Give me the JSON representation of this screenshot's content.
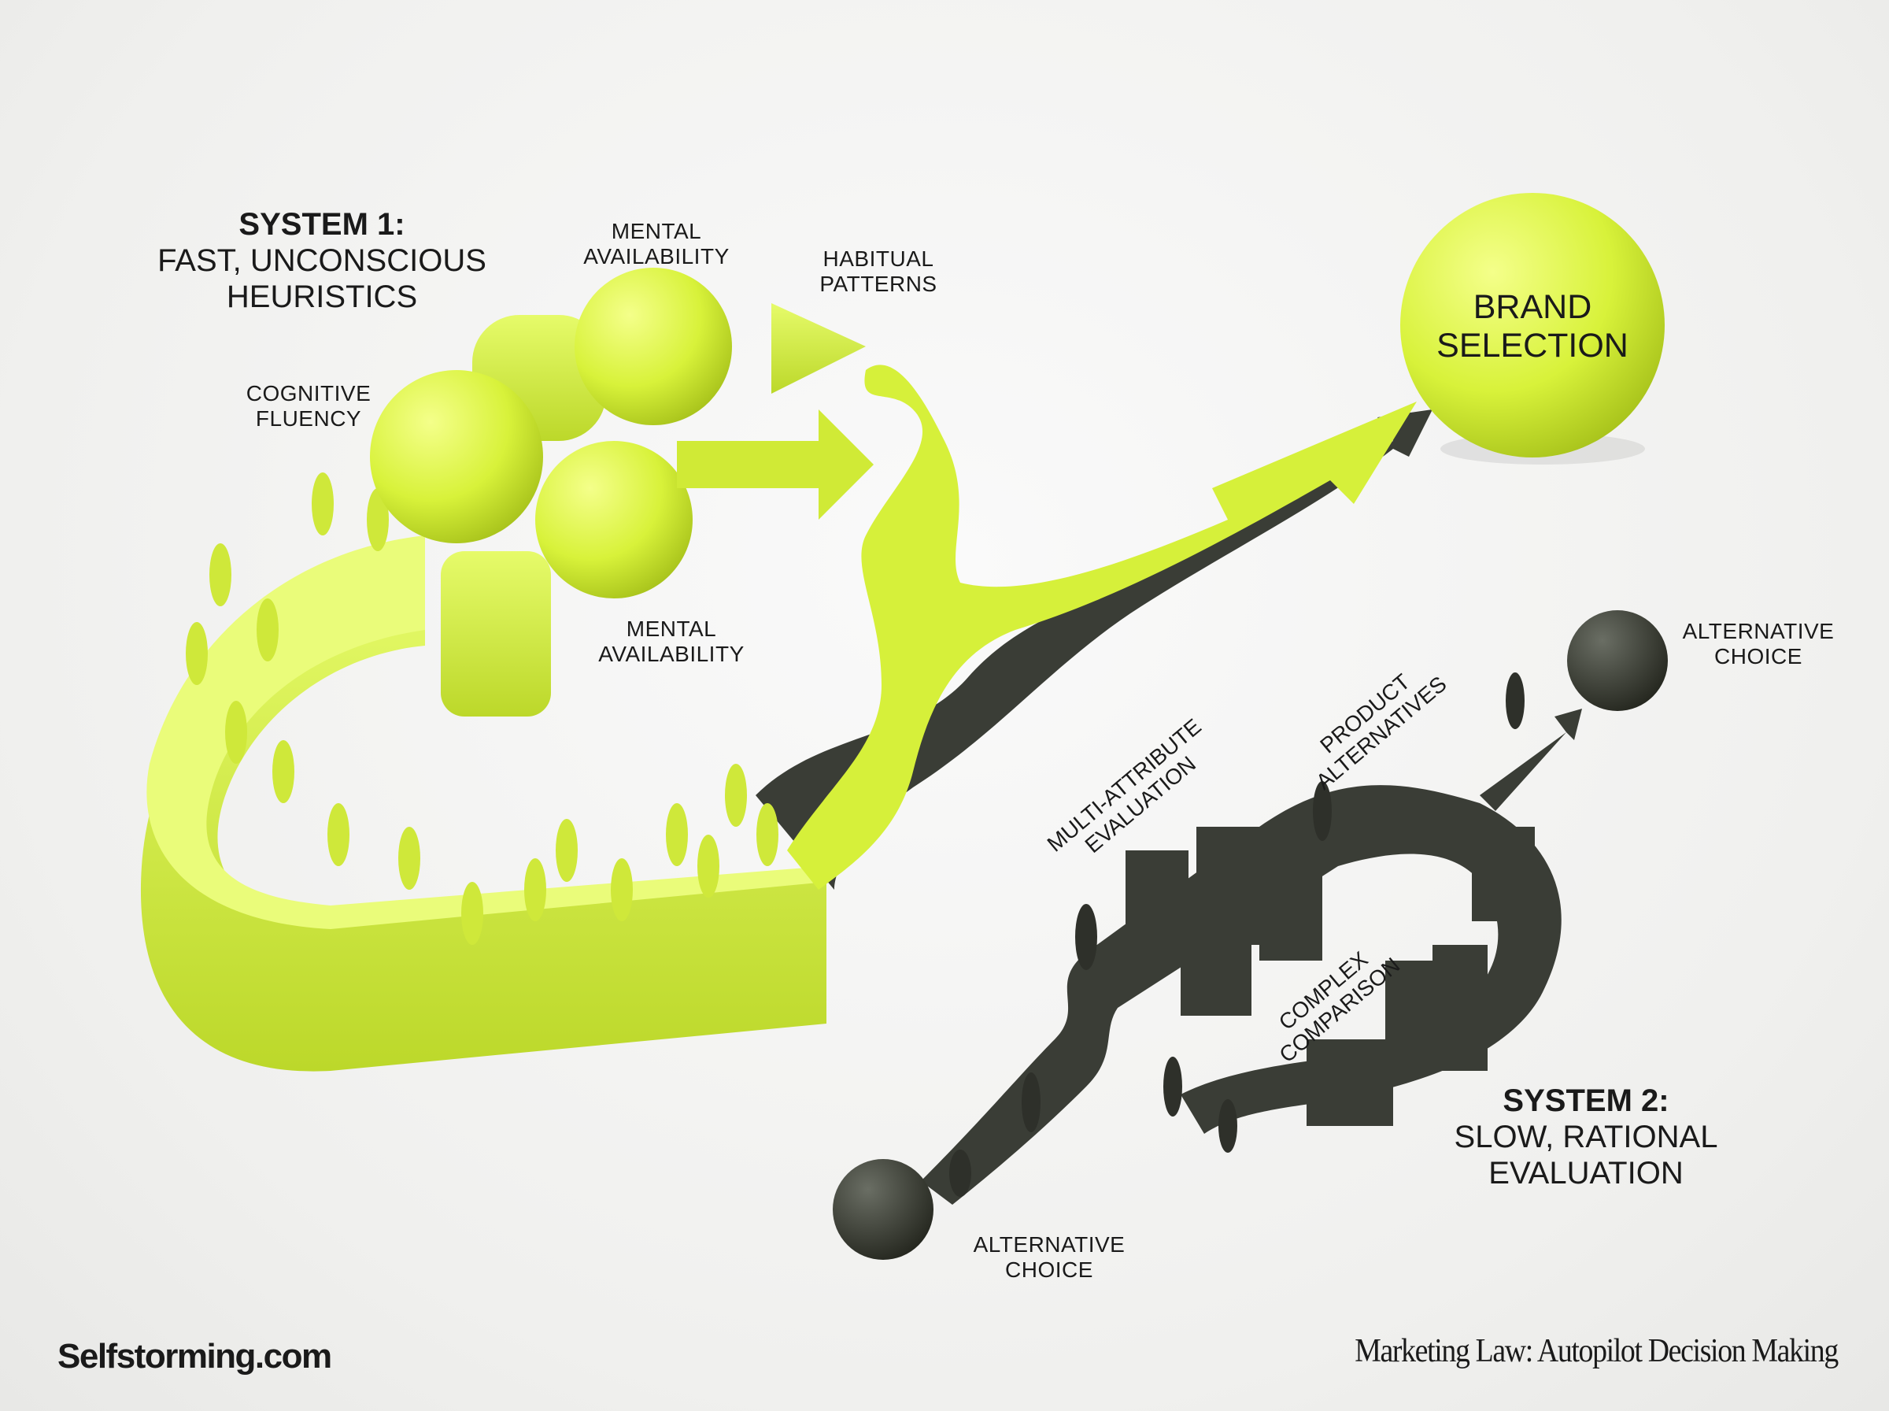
{
  "system1": {
    "heading": "SYSTEM 1:",
    "line1": "FAST, UNCONSCIOUS",
    "line2": "HEURISTICS"
  },
  "labels": {
    "mental_availability_top": [
      "MENTAL",
      "AVAILABILITY"
    ],
    "habitual_patterns": [
      "HABITUAL",
      "PATTERNS"
    ],
    "cognitive_fluency": [
      "COGNITIVE",
      "FLUENCY"
    ],
    "mental_availability_bottom": [
      "MENTAL",
      "AVAILABILITY"
    ],
    "brand_selection": [
      "BRAND",
      "SELECTION"
    ],
    "alternative_choice_right": [
      "ALTERNATIVE",
      "CHOICE"
    ],
    "alternative_choice_bottom": [
      "ALTERNATIVE",
      "CHOICE"
    ],
    "multi_attribute": [
      "MULTI-ATTRIBUTE",
      "EVALUATION"
    ],
    "product_alternatives": [
      "PRODUCT",
      "ALTERNATIVES"
    ],
    "complex_comparison": [
      "COMPLEX",
      "COMPARISON"
    ]
  },
  "system2": {
    "heading": "SYSTEM 2:",
    "line1": "SLOW, RATIONAL",
    "line2": "EVALUATION"
  },
  "footer": {
    "brand": "Selfstorming.com",
    "title": "Marketing Law: Autopilot Decision Making"
  },
  "colors": {
    "lime": "#d8f23a",
    "dark": "#3a3d36",
    "background": "#f3f3f1"
  }
}
